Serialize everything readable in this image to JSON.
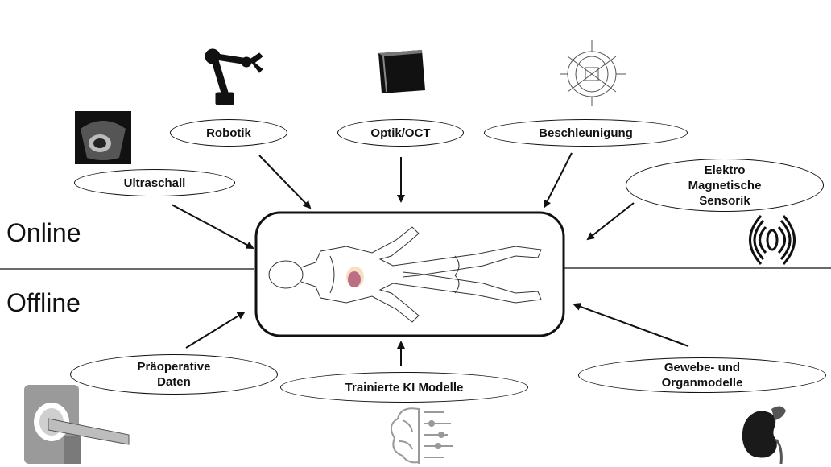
{
  "regions": {
    "online": "Online",
    "offline": "Offline"
  },
  "nodes": {
    "ultraschall": "Ultraschall",
    "robotik": "Robotik",
    "optik": "Optik/OCT",
    "beschleunigung": "Beschleunigung",
    "elektro": "Elektro\nMagnetische\nSensorik",
    "praeoperative": "Präoperative\nDaten",
    "ki": "Trainierte KI Modelle",
    "gewebe": "Gewebe- und\nOrganmodelle"
  },
  "icons": {
    "ultraschall": "ultrasound-image-icon",
    "robotik": "robot-arm-icon",
    "optik": "oct-camera-icon",
    "beschleunigung": "accelerometer-drawing-icon",
    "elektro": "em-field-icon",
    "praeoperative": "ct-scanner-icon",
    "ki": "ai-brain-icon",
    "gewebe": "kidney-icon"
  },
  "colors": {
    "line": "#111111",
    "organ": "#b25a7a",
    "organ_glow": "#f2c58a"
  }
}
